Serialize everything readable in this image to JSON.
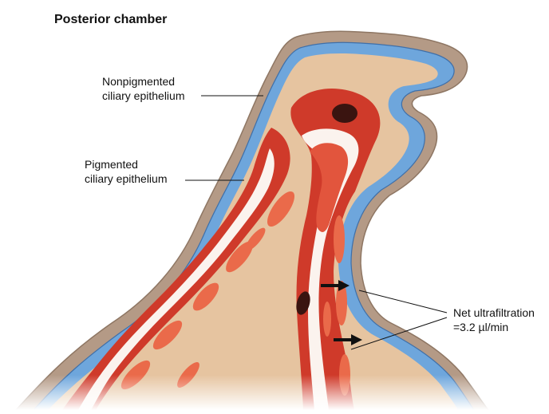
{
  "diagram": {
    "title": "Posterior chamber",
    "labels": {
      "nonpigmented_line1": "Nonpigmented",
      "nonpigmented_line2": "ciliary epithelium",
      "pigmented_line1": "Pigmented",
      "pigmented_line2": "ciliary epithelium",
      "ultrafiltration_line1": "Net ultrafiltration",
      "ultrafiltration_line2": "=3.2 µl/min"
    },
    "colors": {
      "stroma": "#e6c4a0",
      "cell_outer": "#b49a86",
      "cell_inner": "#5a9ad6",
      "capillary_dark": "#cf3a2a",
      "capillary_light": "#ea6a4a",
      "lumen": "#fbf3ee"
    }
  }
}
